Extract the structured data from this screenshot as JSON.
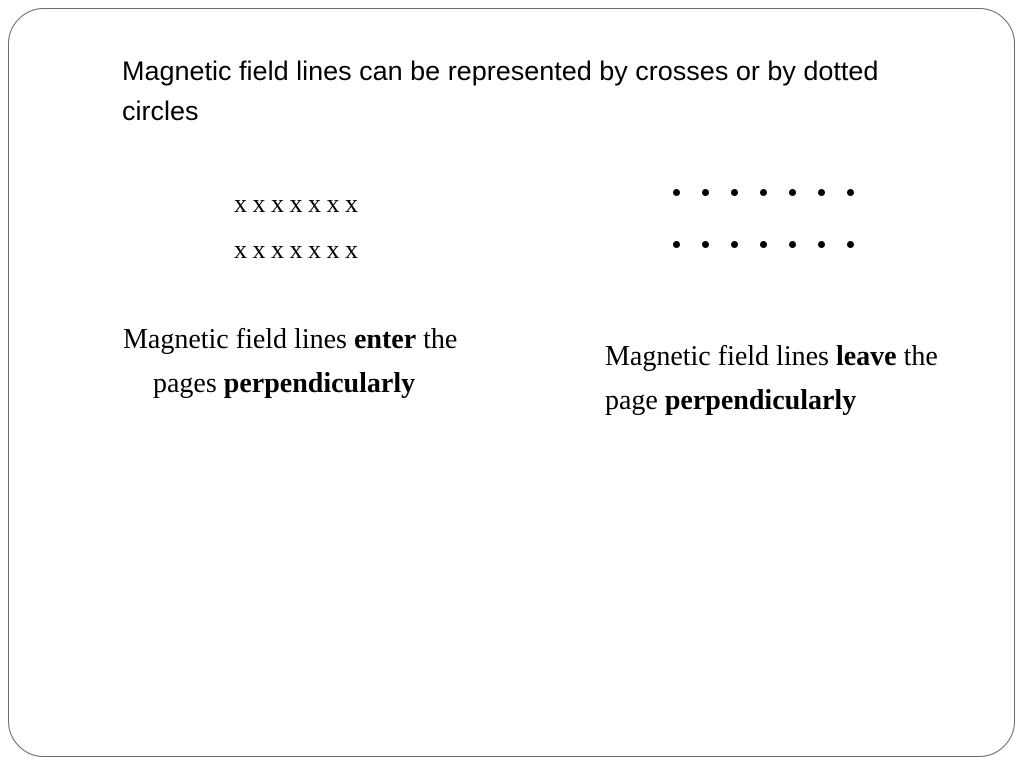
{
  "slide": {
    "title": "Magnetic field lines can be represented by crosses or by dotted circles",
    "crosses": {
      "row1": "x x x x x x x",
      "row2": "x x x x x x x"
    },
    "dots": {
      "rows": 2,
      "per_row": 7
    },
    "left_caption": {
      "prefix": "Magnetic field lines ",
      "emphasis": "enter",
      "middle": " the pages ",
      "emphasis2": "perpendicularly"
    },
    "right_caption": {
      "prefix": "Magnetic field lines ",
      "emphasis": "leave",
      "middle": " the page ",
      "emphasis2": "perpendicularly"
    }
  }
}
